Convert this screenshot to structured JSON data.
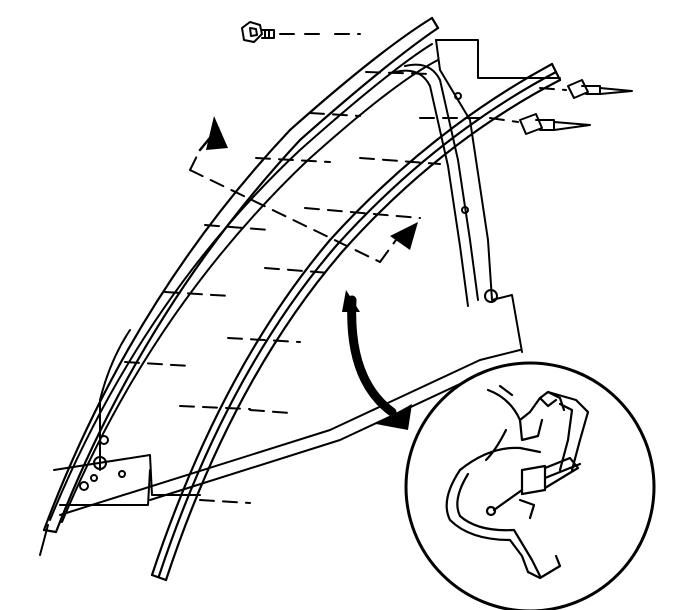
{
  "diagram": {
    "kind": "exploded-assembly-illustration",
    "colors": {
      "line": "#000000",
      "background": "#ffffff"
    },
    "parts": [
      {
        "name": "bolt",
        "count": 1
      },
      {
        "name": "push-pin-fastener",
        "count": 2
      },
      {
        "name": "outer-molding"
      },
      {
        "name": "inner-molding"
      },
      {
        "name": "door-window-frame"
      }
    ],
    "detail_view": {
      "shape": "circle",
      "shows": "molding-clip-cross-section"
    },
    "arrows": [
      "removal-direction-upper",
      "removal-direction-lower",
      "detail-callout-arrow"
    ],
    "labels": []
  }
}
